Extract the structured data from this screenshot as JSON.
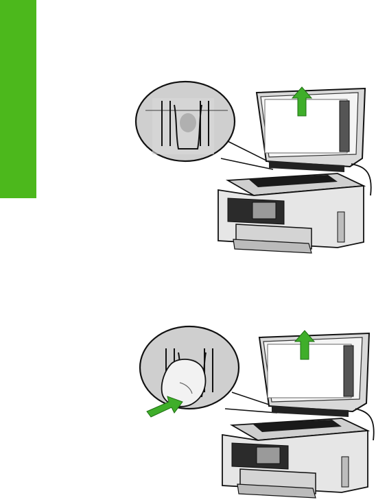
{
  "page": {
    "section_tab_color": "#4cb81c",
    "arrow_color": "#3fae2a"
  },
  "figures": [
    {
      "id": "lid-removal-step",
      "depicts": [
        "printer",
        "open-lid",
        "hinge-detail-callout",
        "up-arrow"
      ]
    },
    {
      "id": "lid-hinge-release-step",
      "depicts": [
        "printer",
        "open-lid",
        "hinge-detail-callout",
        "thumb-press",
        "up-arrow",
        "push-arrow"
      ]
    }
  ]
}
